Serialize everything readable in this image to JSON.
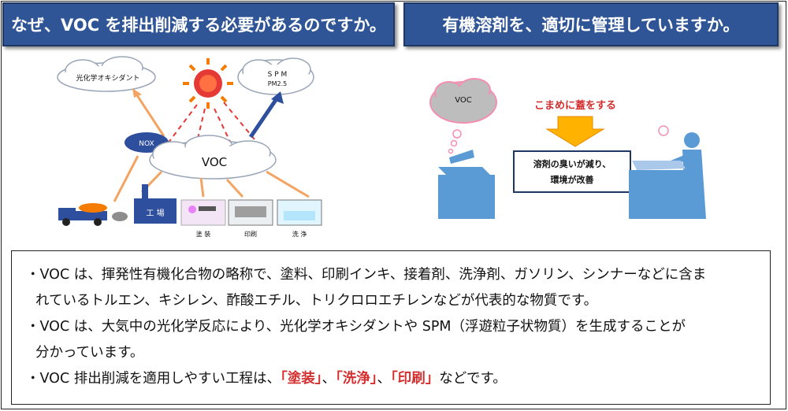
{
  "headers": {
    "left": "なぜ、VOC を排出削減する必要があるのですか。",
    "right": "有機溶剤を、適切に管理していますか。"
  },
  "diagram_left": {
    "oxidant_cloud": "光化学オキシダント",
    "spm_title": "S P M",
    "spm_sub": "PM2.5",
    "nox": "NOX",
    "voc": "VOC",
    "factory": "工 場",
    "painting": "塗 装",
    "printing": "印刷",
    "cleaning": "洗 浄"
  },
  "diagram_right": {
    "voc": "VOC",
    "lid_title": "こまめに蓋をする",
    "result_line1": "溶剤の臭いが減り、",
    "result_line2": "環境が改善"
  },
  "body": {
    "line1": "・VOC は、揮発性有機化合物の略称で、塗料、印刷インキ、接着剤、洗浄剤、ガソリン、シンナーなどに含ま",
    "line2": "れているトルエン、キシレン、酢酸エチル、トリクロロエチレンなどが代表的な物質です。",
    "line3": "・VOC は、大気中の光化学反応により、光化学オキシダントや SPM（浮遊粒子状物質）を生成することが",
    "line4": "分かっています。",
    "line5_prefix": "・VOC 排出削減を適用しやすい工程は、",
    "line5_hl1": "「塗装」",
    "line5_sep1": "、",
    "line5_hl2": "「洗浄」",
    "line5_sep2": "、",
    "line5_hl3": "「印刷」",
    "line5_suffix": "などです。"
  },
  "colors": {
    "header_bg": "#2f5597",
    "highlight": "#d32f2f",
    "sun": "#e53935",
    "arrow_orange": "#f4a462",
    "container": "#5b9bd5"
  }
}
